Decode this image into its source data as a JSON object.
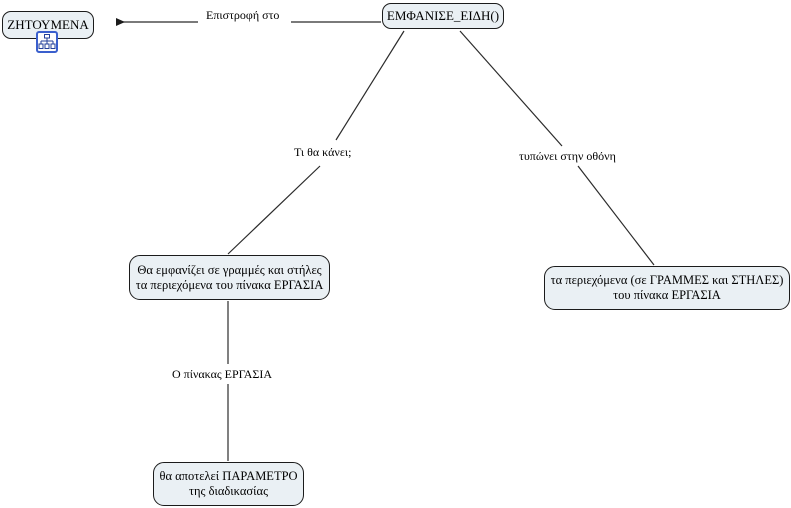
{
  "diagram": {
    "title": "ΕΜΦΑΝΙΣΕ_ΕΙΔΗ() concept map",
    "background_color": "#ffffff",
    "node_fill_color": "#eaf0f4",
    "node_border_color": "#1b1b1b",
    "edge_color": "#2b2b2b",
    "icon_accent_color": "#3a5fcd"
  },
  "nodes": {
    "zitoumena": {
      "label": "ΖΗΤΟΥΜΕΝΑ",
      "icon": "hierarchy-icon"
    },
    "emfanise": {
      "label": "ΕΜΦΑΝΙΣΕ_ΕΙΔΗ()"
    },
    "grammes": {
      "line1": "Θα εμφανίζει σε γραμμές και στήλες",
      "line2": "τα περιεχόμενα του πίνακα ΕΡΓΑΣΙΑ"
    },
    "periexomena": {
      "line1": "τα περιεχόμενα (σε ΓΡΑΜΜΕΣ και ΣΤΗΛΕΣ)",
      "line2": "του πίνακα ΕΡΓΑΣΙΑ"
    },
    "parametros": {
      "line1": "θα αποτελεί ΠΑΡΑΜΕΤΡΟ",
      "line2": "της διαδικασίας"
    }
  },
  "edges": {
    "epistrofi": {
      "label": "Επιστροφή στο"
    },
    "ti_tha_kanei": {
      "label": "Τι θα κάνει;"
    },
    "typonei": {
      "label": "τυπώνει στην οθόνη"
    },
    "o_pinakas": {
      "label": "Ο πίνακας ΕΡΓΑΣΙΑ"
    }
  }
}
